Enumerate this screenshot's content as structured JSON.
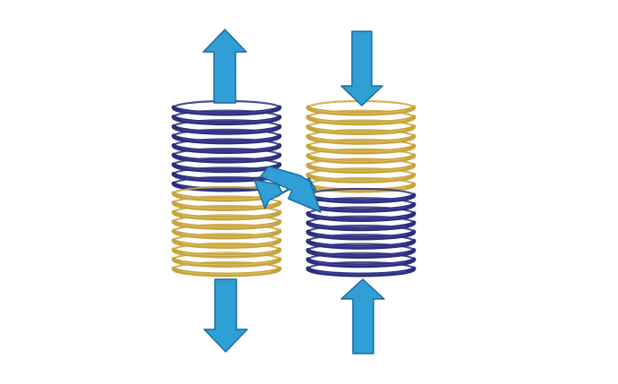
{
  "diagram": {
    "colors": {
      "background": "#ffffff",
      "navy_coil": "#2b2f7e",
      "navy_coil_highlight": "#5a5fb0",
      "gold_coil": "#c8a43c",
      "gold_coil_highlight": "#ecd58a",
      "arrow_fill": "#2f9fd6",
      "arrow_stroke": "#1d6d9c"
    },
    "left_spring": {
      "stretch_direction": "outward",
      "top_section": {
        "color": "navy",
        "turns": 9
      },
      "bottom_section": {
        "color": "gold",
        "turns": 9
      }
    },
    "right_spring": {
      "stretch_direction": "inward",
      "top_section": {
        "color": "gold",
        "turns": 9
      },
      "bottom_section": {
        "color": "navy",
        "turns": 9
      }
    },
    "center_exchange": {
      "icon": "exchange-arrows-icon",
      "arrow_count": 2
    }
  }
}
